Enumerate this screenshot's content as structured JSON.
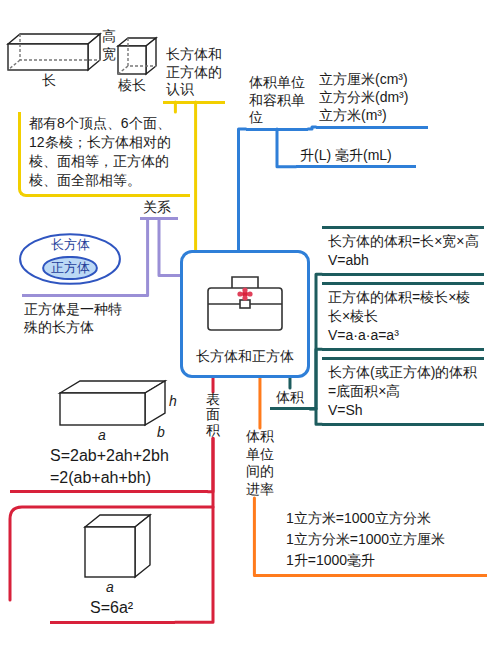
{
  "diagram": {
    "nodes": [
      {
        "text": [
          "长方体和正方体"
        ]
      },
      {
        "text": [
          "长方体和正方体的认识"
        ]
      },
      {
        "text": [
          "都有8个顶点、6个面、12条棱；长方体相对的棱、面相等，正方体的棱、面全部相等。"
        ]
      },
      {
        "text": [
          "体积单位和容积单位"
        ]
      },
      {
        "text": [
          "立方厘米(cm³)",
          "立方分米(dm³)",
          "立方米(m³)"
        ]
      },
      {
        "text": [
          "升(L) 毫升(mL)"
        ]
      },
      {
        "text": [
          "关系"
        ]
      },
      {
        "text": [
          "长方体"
        ]
      },
      {
        "text": [
          "正方体"
        ],
        "in": 7
      },
      {
        "text": [
          "正方体是一种特殊的长方体"
        ]
      },
      {
        "text": [
          "体积"
        ]
      },
      {
        "text": [
          "长方体的体积=长×宽×高",
          "V=abh"
        ]
      },
      {
        "text": [
          "正方体的体积=棱长×棱长×棱长",
          "V=a·a·a=a³"
        ]
      },
      {
        "text": [
          "长方体(或正方体)的体积=底面积×高",
          "V=Sh"
        ]
      },
      {
        "text": [
          "表面积"
        ]
      },
      {
        "text": [
          "S=2ab+2ah+2bh =2(ab+ah+bh)"
        ]
      },
      {
        "text": [
          "S=6a²"
        ]
      },
      {
        "text": [
          "体积单位间的进率"
        ]
      },
      {
        "text": [
          "1立方米=1000立方分米",
          "1立方分米=1000立方厘米",
          "1升=1000毫升"
        ]
      }
    ],
    "edges": [
      {
        "from": 0,
        "to": 1,
        "arrow": "none"
      },
      {
        "from": 1,
        "to": 2,
        "arrow": "none"
      },
      {
        "from": 0,
        "to": 3,
        "arrow": "none"
      },
      {
        "from": 3,
        "to": 4,
        "arrow": "none"
      },
      {
        "from": 3,
        "to": 5,
        "arrow": "none"
      },
      {
        "from": 0,
        "to": 6,
        "arrow": "none"
      },
      {
        "from": 6,
        "to": 9,
        "arrow": "none"
      },
      {
        "from": 0,
        "to": 10,
        "arrow": "none"
      },
      {
        "from": 10,
        "to": 11,
        "arrow": "none"
      },
      {
        "from": 10,
        "to": 12,
        "arrow": "none"
      },
      {
        "from": 10,
        "to": 13,
        "arrow": "none"
      },
      {
        "from": 0,
        "to": 14,
        "arrow": "none"
      },
      {
        "from": 14,
        "to": 15,
        "arrow": "none"
      },
      {
        "from": 14,
        "to": 16,
        "arrow": "none"
      },
      {
        "from": 0,
        "to": 17,
        "arrow": "none"
      },
      {
        "from": 17,
        "to": 18,
        "arrow": "none"
      }
    ],
    "labels": [
      "长",
      "高",
      "宽",
      "棱长",
      "h",
      "b",
      "a",
      "a"
    ]
  }
}
